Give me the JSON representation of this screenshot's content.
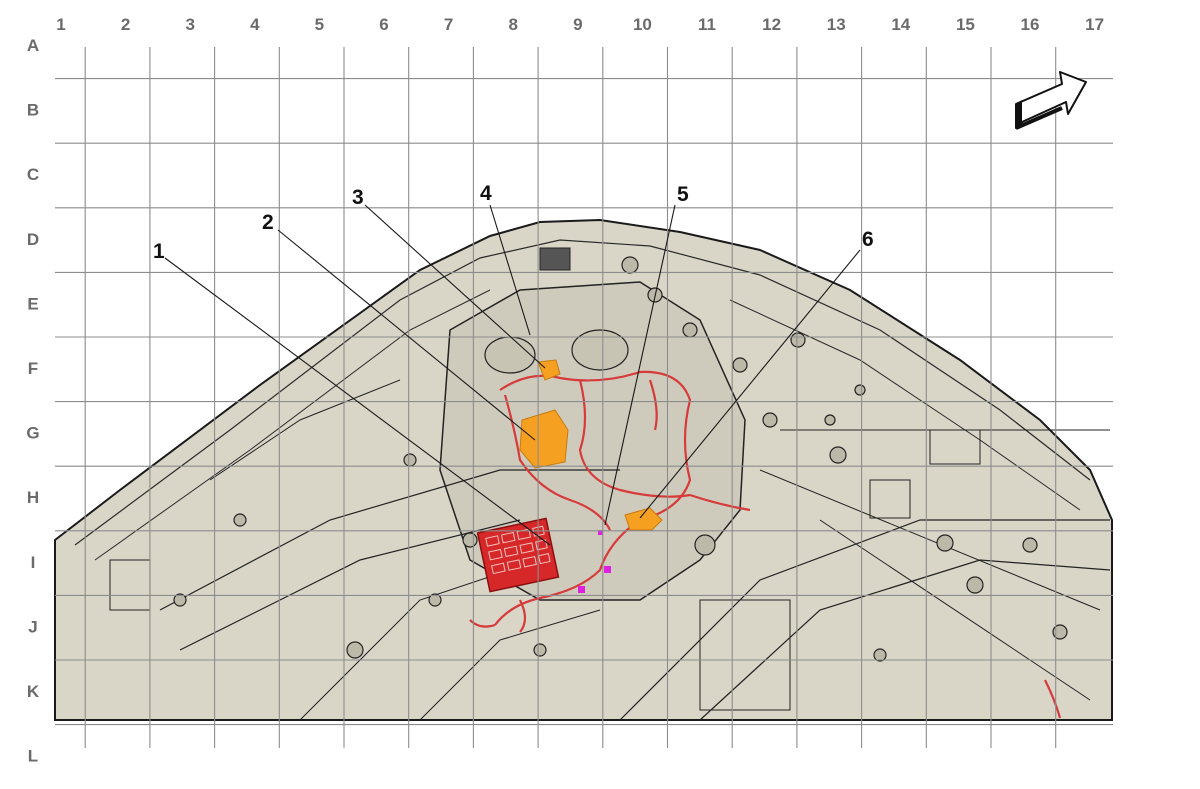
{
  "grid": {
    "columns": [
      "1",
      "2",
      "3",
      "4",
      "5",
      "6",
      "7",
      "8",
      "9",
      "10",
      "11",
      "12",
      "13",
      "14",
      "15",
      "16",
      "17"
    ],
    "rows": [
      "A",
      "B",
      "C",
      "D",
      "E",
      "F",
      "G",
      "H",
      "I",
      "J",
      "K",
      "L"
    ]
  },
  "callouts": [
    "1",
    "2",
    "3",
    "4",
    "5",
    "6"
  ],
  "direction_arrow": {
    "icon": "direction-arrow-icon"
  },
  "colors": {
    "body": "#d9d6c8",
    "grid": "#8c8c8c",
    "harness": "#d63a3a",
    "fuse_box": "#d62828",
    "connector": "#f5a021",
    "marker": "#e020e0"
  }
}
